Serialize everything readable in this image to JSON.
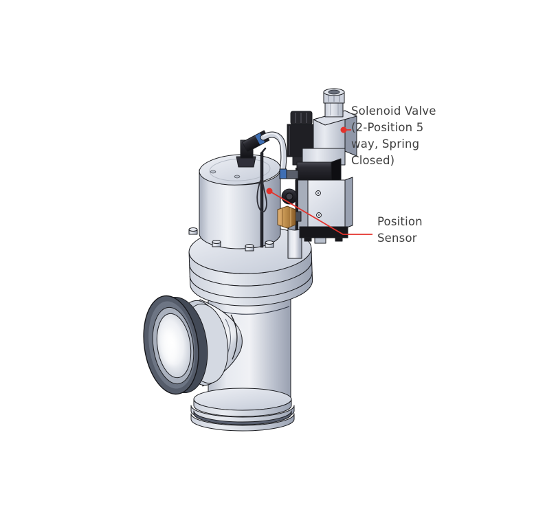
{
  "page": {
    "background_color": "#ffffff"
  },
  "illustration": {
    "accent_color": "#e4322b",
    "label_text_color": "#3f3f3f",
    "labels": {
      "solenoid": {
        "full_text": "Solenoid Valve (2-Position 5 way, Spring Closed)",
        "lines": [
          "Solenoid Valve",
          "(2-Position 5",
          "way, Spring",
          "Closed)"
        ]
      },
      "sensor": {
        "full_text": "Position Sensor",
        "lines": [
          "Position",
          "Sensor"
        ]
      }
    }
  }
}
